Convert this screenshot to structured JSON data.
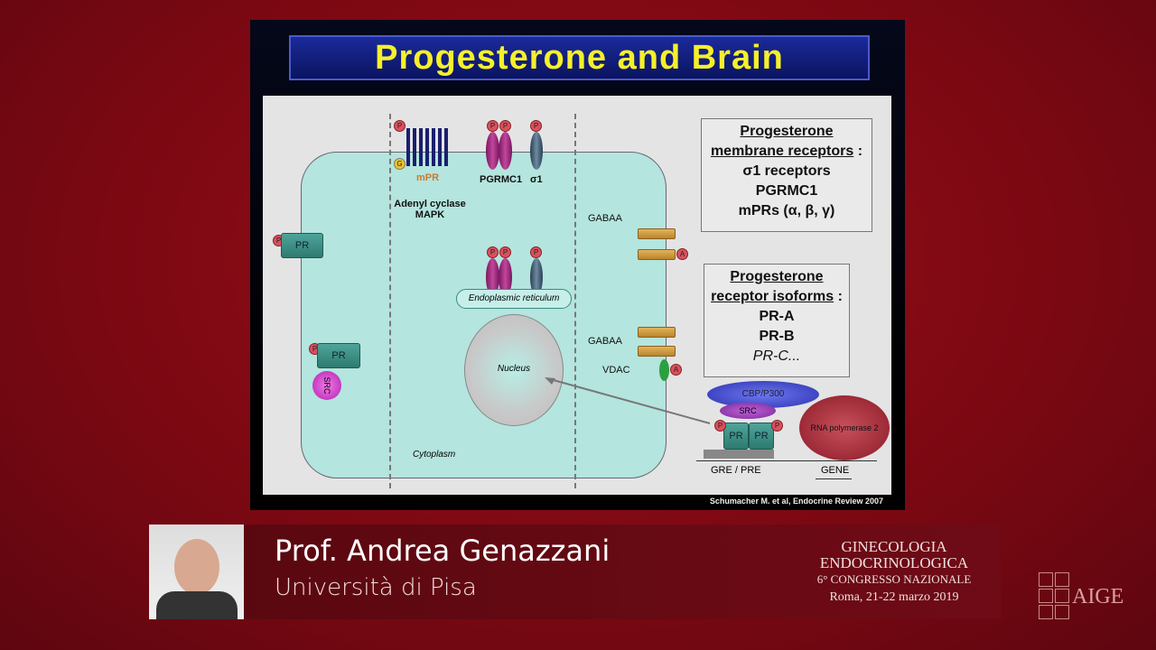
{
  "slide": {
    "title": "Progesterone and Brain",
    "citation": "Schumacher M. et al, Endocrine Review 2007",
    "diagram": {
      "p": "P",
      "g": "G",
      "a": "A",
      "mpr": "mPR",
      "pgrmc1": "PGRMC1",
      "sigma1": "σ1",
      "adenyl": "Adenyl cyclase",
      "mapk": "MAPK",
      "pr": "PR",
      "src": "SRC",
      "gaba": "GABAA",
      "vdac": "VDAC",
      "er": "Endoplasmic reticulum",
      "nucleus": "Nucleus",
      "cytoplasm": "Cytoplasm",
      "cbp": "CBP/P300",
      "rnapol": "RNA polymerase 2",
      "gre": "GRE / PRE",
      "gene": "GENE"
    },
    "box1": {
      "title1": "Progesterone",
      "title2": "membrane receptors",
      "colon": ":",
      "items": [
        "σ1 receptors",
        "PGRMC1",
        "mPRs (α, β, γ)"
      ]
    },
    "box2": {
      "title1": "Progesterone",
      "title2": "receptor isoforms",
      "colon": ":",
      "items": [
        "PR-A",
        "PR-B",
        "PR-C..."
      ]
    }
  },
  "speaker": {
    "name": "Prof. Andrea Genazzani",
    "affiliation": "Università di Pisa"
  },
  "event": {
    "line1": "GINECOLOGIA",
    "line2": "ENDOCRINOLOGICA",
    "line3": "6° CONGRESSO NAZIONALE",
    "line4": "Roma, 21-22 marzo 2019"
  },
  "logo": {
    "text": "AIGE"
  }
}
